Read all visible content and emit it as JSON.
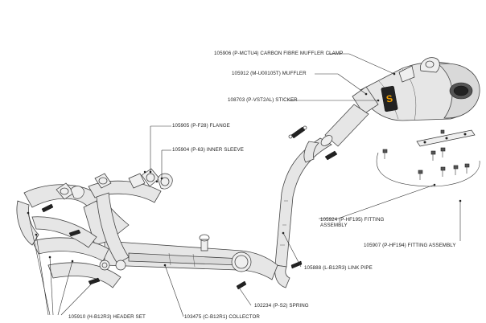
{
  "callouts": {
    "clamp": "105906 (P-MCTU4) CARBON FIBRE MUFFLER CLAMP",
    "muffler": "105912 (M-U00105T) MUFFLER",
    "sticker": "108703 (P-VST2AL) STICKER",
    "flange": "105905 (P-F28) FLANGE",
    "inner_sleeve": "105904 (P-63) INNER SLEEVE",
    "fitting_assembly_1": "105924 (P-HF195) FITTING ASSEMBLY",
    "fitting_assembly_2": "105907 (P-HF194) FITTING ASSEMBLY",
    "link_pipe": "105888 (L-B12R3) LINK PIPE",
    "spring": "102234 (P-S2) SPRING",
    "collector": "103475 (C-B12R1) COLLECTOR",
    "header_set": "105910 (H-B12R3) HEADER SET"
  },
  "muffler_logo": "S"
}
